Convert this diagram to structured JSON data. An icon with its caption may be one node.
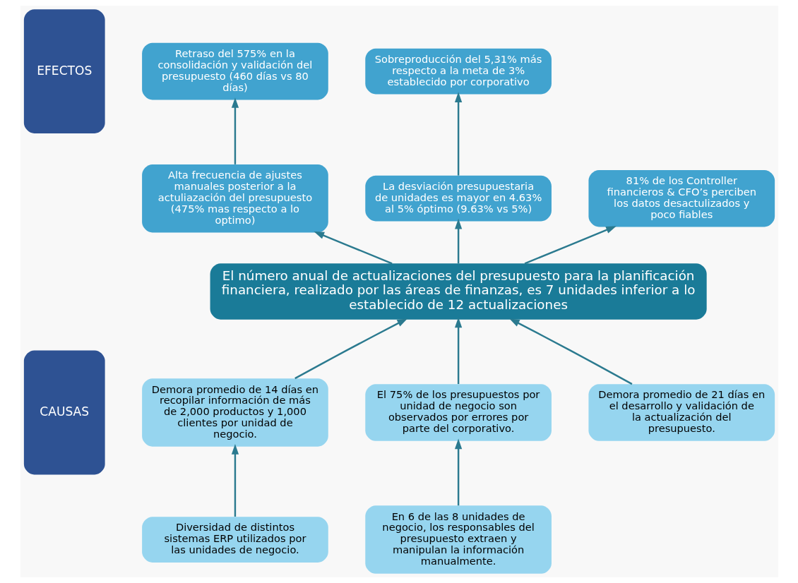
{
  "diagram": {
    "nodes": [
      {
        "text": [
          "EFECTOS"
        ]
      },
      {
        "text": [
          "Retraso del 575% en la consolidación y validación del presupuesto (460 días vs 80 días)"
        ]
      },
      {
        "text": [
          "Sobreproducción del 5,31% más respecto a la meta de 3% establecido por corporativo"
        ]
      },
      {
        "text": [
          "Alta frecuencia de ajustes manuales posterior a la actuliazación del presupuesto (475% mas respecto a lo optimo)"
        ]
      },
      {
        "text": [
          "La desviación presupuestaria de unidades es mayor en 4.63% al 5% óptimo (9.63% vs 5%)"
        ]
      },
      {
        "text": [
          "81% de los Controller financieros & CFO’s perciben los datos desactulizados y poco fiables"
        ]
      },
      {
        "text": [
          "El número anual de actualizaciones del presupuesto para la planificación financiera, realizado por las áreas de finanzas, es 7 unidades inferior a lo establecido de 12 actualizaciones"
        ]
      },
      {
        "text": [
          "CAUSAS"
        ]
      },
      {
        "text": [
          "Demora promedio de 14 días en recopilar información de más de 2,000 productos y 1,000 clientes por unidad de negocio."
        ]
      },
      {
        "text": [
          "El 75% de los presupuestos por unidad de negocio son observados por errores por parte del corporativo."
        ]
      },
      {
        "text": [
          "Demora promedio de 21 días en el desarrollo y validación de la actualización del presupuesto."
        ]
      },
      {
        "text": [
          "Diversidad de distintos sistemas ERP utilizados por las unidades de negocio."
        ]
      },
      {
        "text": [
          "En 6 de las 8 unidades de negocio, los responsables del presupuesto extraen y manipulan la información manualmente."
        ]
      }
    ],
    "edges": [
      {
        "from": 3,
        "to": 1,
        "arrow": "to"
      },
      {
        "from": 4,
        "to": 2,
        "arrow": "to"
      },
      {
        "from": 6,
        "to": 3,
        "arrow": "to"
      },
      {
        "from": 6,
        "to": 4,
        "arrow": "to"
      },
      {
        "from": 6,
        "to": 5,
        "arrow": "to"
      },
      {
        "from": 8,
        "to": 6,
        "arrow": "to"
      },
      {
        "from": 9,
        "to": 6,
        "arrow": "to"
      },
      {
        "from": 10,
        "to": 6,
        "arrow": "to"
      },
      {
        "from": 11,
        "to": 8,
        "arrow": "to"
      },
      {
        "from": 12,
        "to": 9,
        "arrow": "to"
      }
    ]
  }
}
